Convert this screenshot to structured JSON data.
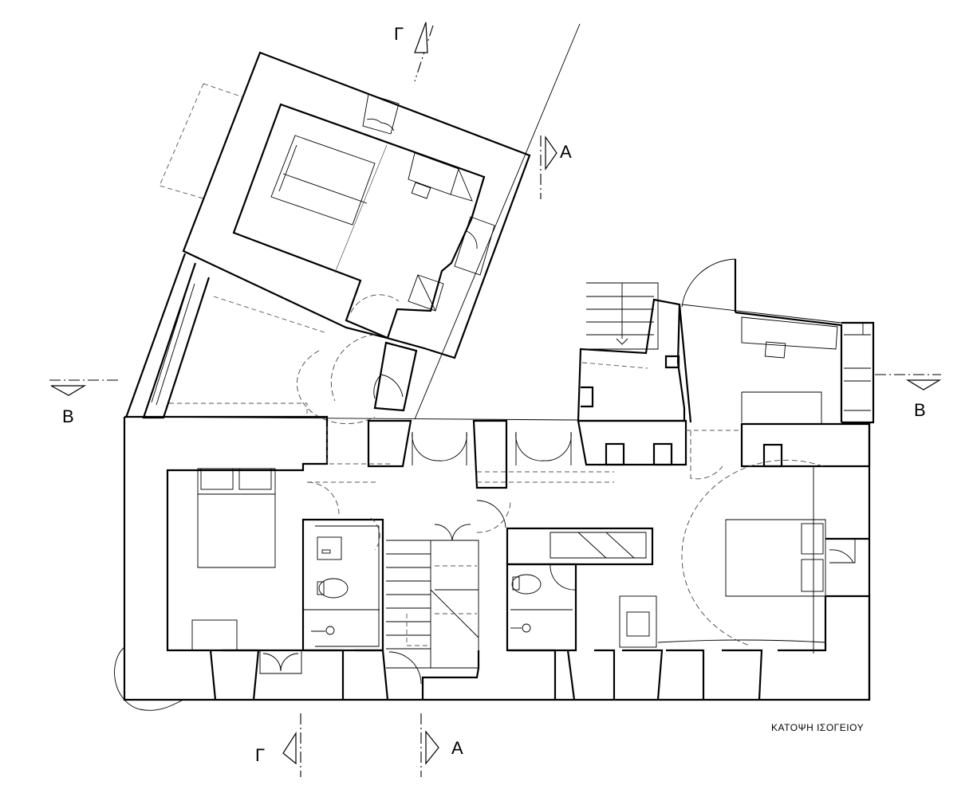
{
  "plan": {
    "title": "ΚΑΤΟΨΗ ΙΣΟΓΕΙΟΥ",
    "section_labels": {
      "a_top": "A",
      "a_bottom": "A",
      "b_left": "B",
      "b_right": "B",
      "g_top": "Γ",
      "g_bottom": "Γ"
    }
  }
}
